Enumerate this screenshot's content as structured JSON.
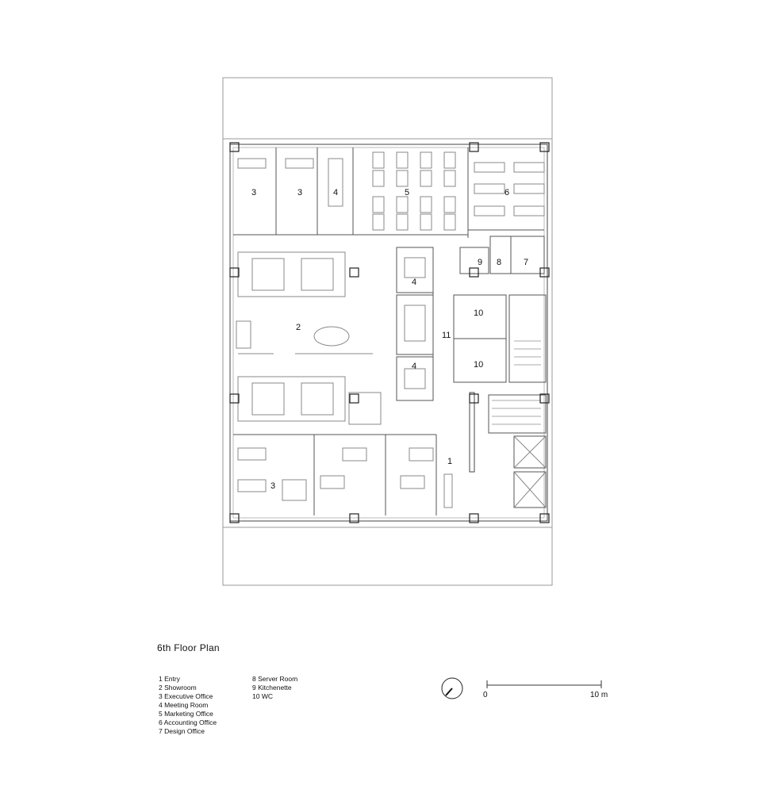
{
  "title": "6th Floor Plan",
  "rooms": {
    "r1": "1",
    "r2": "2",
    "r3a": "3",
    "r3b": "3",
    "r3c": "3",
    "r4a": "4",
    "r4b": "4",
    "r4c": "4",
    "r5": "5",
    "r6": "6",
    "r7": "7",
    "r8": "8",
    "r9": "9",
    "r10a": "10",
    "r10b": "10",
    "r11": "11"
  },
  "legend_col1": [
    "1  Entry",
    "2  Showroom",
    "3  Executive Office",
    "4  Meeting Room",
    "5  Marketing Office",
    "6  Accounting Office",
    "7  Design Office"
  ],
  "legend_col2": [
    "8  Server Room",
    "9  Kitchenette",
    "10 WC"
  ],
  "scale": {
    "start": "0",
    "end": "10 m"
  },
  "colors": {
    "line": "#555555",
    "light": "#9a9a9a",
    "bg": "#ffffff"
  }
}
